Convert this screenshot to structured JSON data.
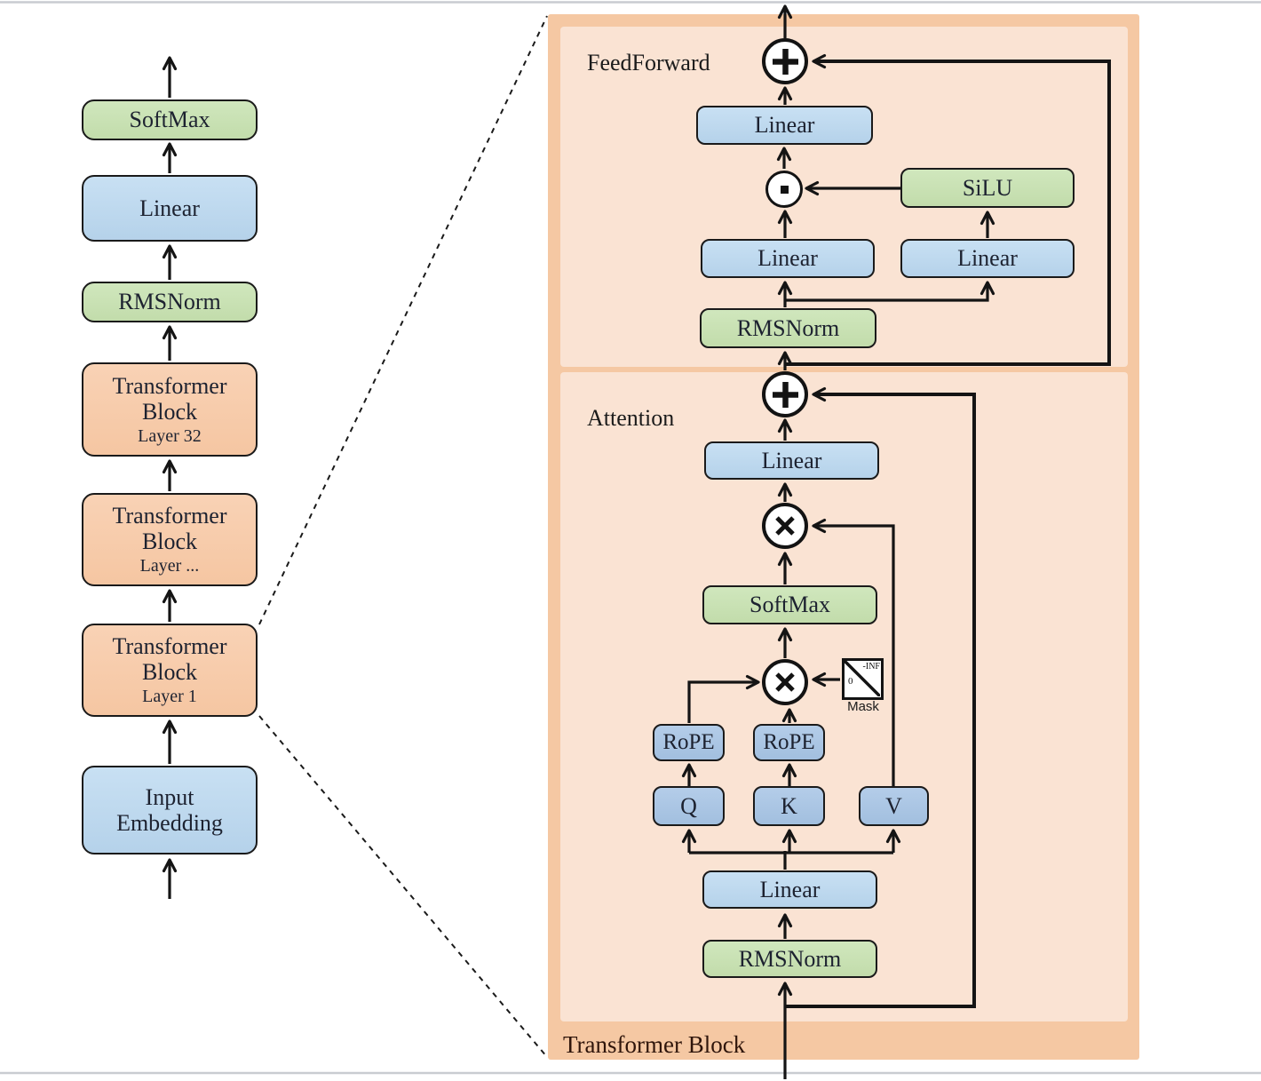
{
  "left": {
    "softmax": {
      "label": "SoftMax"
    },
    "linear": {
      "label": "Linear"
    },
    "rmsnorm": {
      "label": "RMSNorm"
    },
    "tb32": {
      "title": "Transformer Block",
      "sub": "Layer 32"
    },
    "tbmid": {
      "title": "Transformer Block",
      "sub": "Layer ..."
    },
    "tb1": {
      "title": "Transformer Block",
      "sub": "Layer 1"
    },
    "embed": {
      "label": "Input Embedding"
    }
  },
  "panel": {
    "label": "Transformer Block",
    "feedforward": {
      "section_label": "FeedForward",
      "linear_out": "Linear",
      "silu": "SiLU",
      "linear_gate": "Linear",
      "linear_up": "Linear",
      "rmsnorm": "RMSNorm"
    },
    "attention": {
      "section_label": "Attention",
      "linear_out": "Linear",
      "softmax": "SoftMax",
      "rope_q": "RoPE",
      "rope_k": "RoPE",
      "q": "Q",
      "k": "K",
      "v": "V",
      "linear_qkv": "Linear",
      "rmsnorm": "RMSNorm",
      "mask": {
        "label": "Mask",
        "upper": "-INF",
        "lower": "0"
      }
    }
  },
  "operators": {
    "add": "+",
    "matmul": "×",
    "elementwise_mul": "·"
  },
  "colors": {
    "panel_outer": "#f5c8a3",
    "panel_inner": "#fae3d3",
    "box_green": "#c9e2b3",
    "box_blue": "#bfd9f0",
    "box_blue_dark": "#abc8e6",
    "box_orange": "#f8cbad",
    "line": "#141414"
  }
}
